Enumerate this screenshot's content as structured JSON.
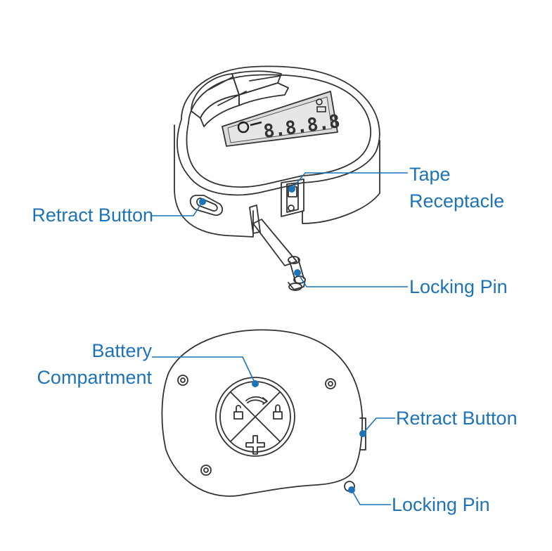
{
  "colors": {
    "accent": "#1e73b8",
    "outline": "#333333",
    "lcd_background": "#dcdcdc",
    "background": "#ffffff"
  },
  "display": {
    "digits": "8.8.8.8",
    "icons": [
      "power-icon",
      "battery-icon",
      "unit-indicator-icon"
    ]
  },
  "labels": {
    "top_retract_button": "Retract Button",
    "tape_receptacle_line1": "Tape",
    "tape_receptacle_line2": "Receptacle",
    "top_locking_pin": "Locking Pin",
    "battery_compartment_line1": "Battery",
    "battery_compartment_line2": "Compartment",
    "bottom_retract_button": "Retract Button",
    "bottom_locking_pin": "Locking Pin"
  }
}
